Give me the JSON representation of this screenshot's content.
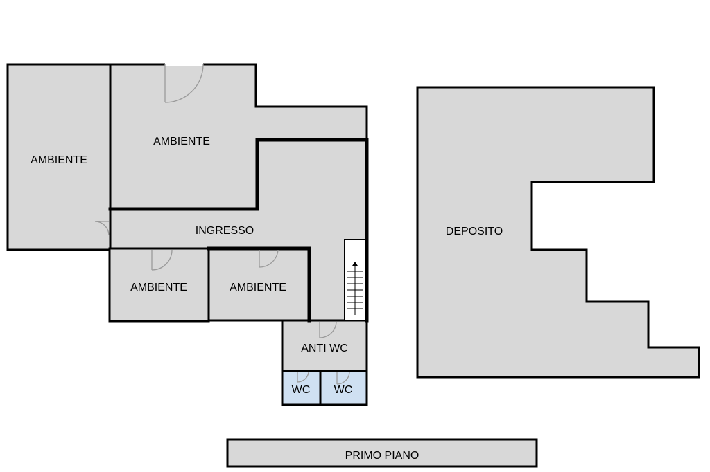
{
  "floor_plan": {
    "rooms": [
      {
        "id": "ambiente_west",
        "label": "AMBIENTE"
      },
      {
        "id": "ambiente_north",
        "label": "AMBIENTE"
      },
      {
        "id": "ingresso",
        "label": "INGRESSO"
      },
      {
        "id": "ambiente_sw",
        "label": "AMBIENTE"
      },
      {
        "id": "ambiente_s",
        "label": "AMBIENTE"
      },
      {
        "id": "anti_wc",
        "label": "ANTI WC"
      },
      {
        "id": "wc_left",
        "label": "WC"
      },
      {
        "id": "wc_right",
        "label": "WC"
      },
      {
        "id": "deposito",
        "label": "DEPOSITO"
      }
    ],
    "floor_label": "PRIMO PIANO",
    "colors": {
      "room_fill": "#d8d8d8",
      "wc_fill": "#cfe0f2",
      "wall": "#000000",
      "door": "#9a9a9a"
    }
  }
}
